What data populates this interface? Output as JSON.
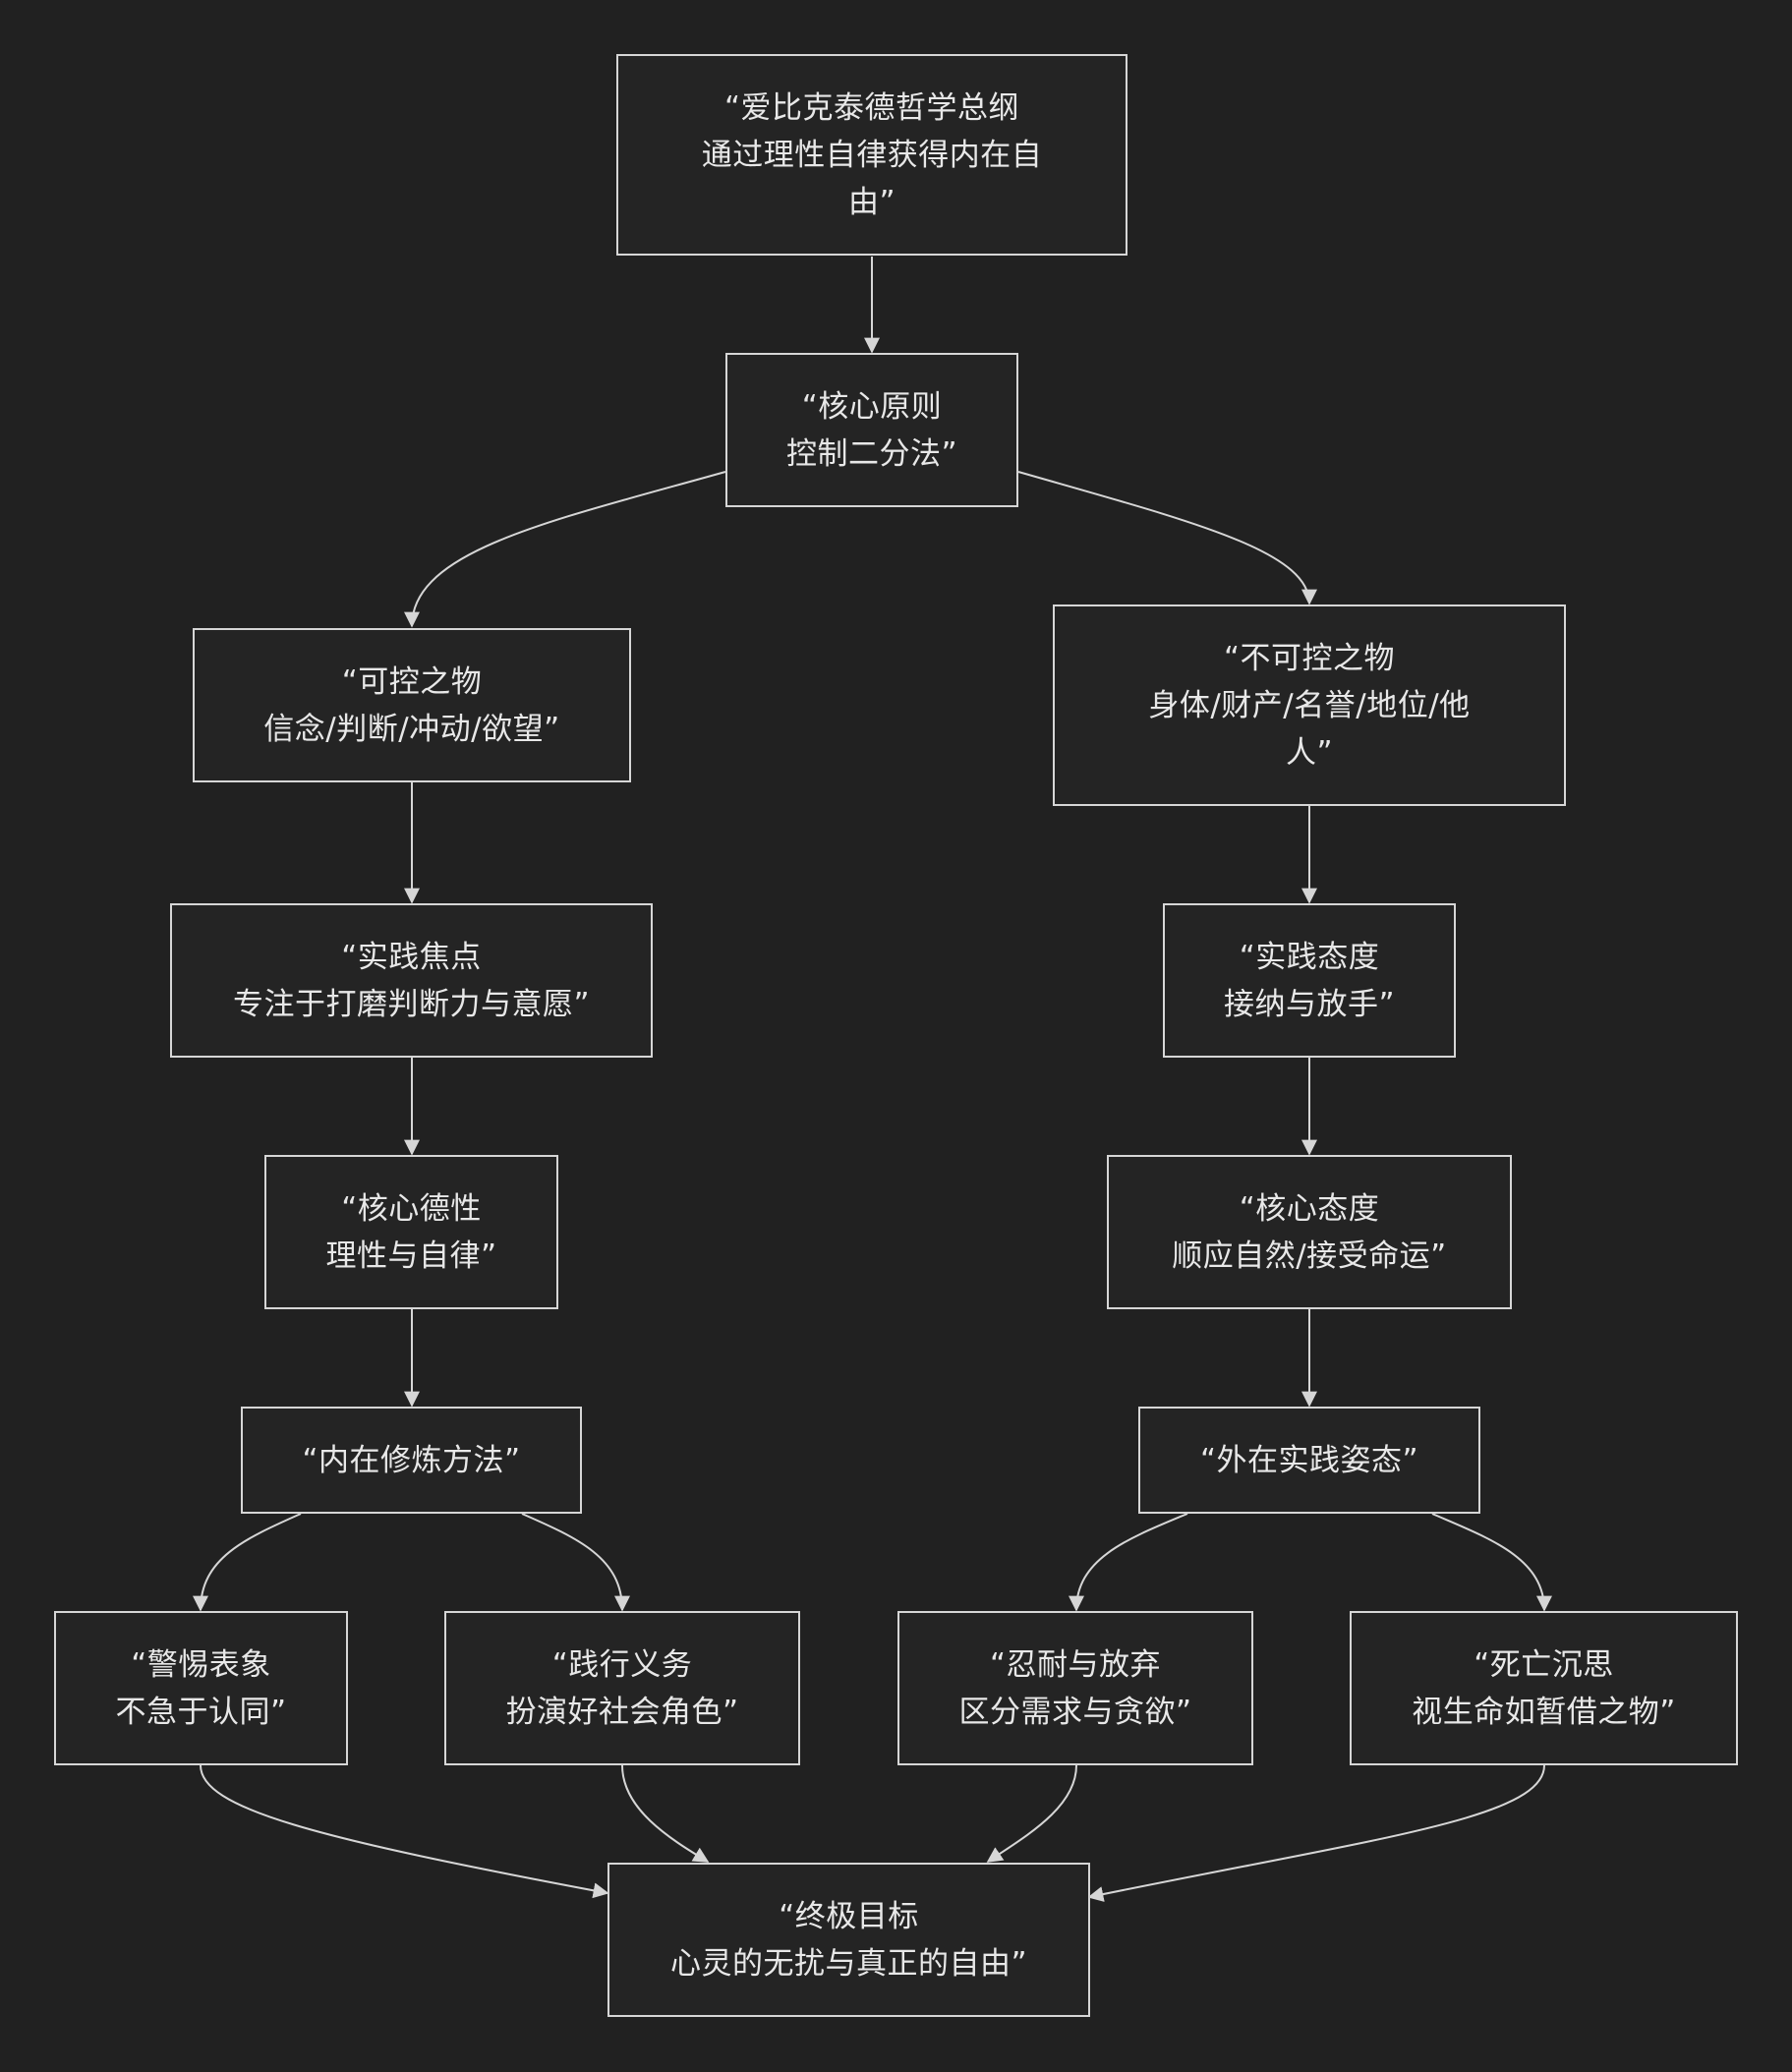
{
  "nodes": {
    "root": "“爱比克泰德哲学总纲\n通过理性自律获得内在自\n由”",
    "core": "“核心原则\n控制二分法”",
    "controllable": "“可控之物\n信念/判断/冲动/欲望”",
    "uncontrollable": "“不可控之物\n身体/财产/名誉/地位/他\n人”",
    "focus": "“实践焦点\n专注于打磨判断力与意愿”",
    "attitude": "“实践态度\n接纳与放手”",
    "virtue": "“核心德性\n理性与自律”",
    "core_attitude": "“核心态度\n顺应自然/接受命运”",
    "inner": "“内在修炼方法”",
    "outer": "“外在实践姿态”",
    "vigilance": "“警惕表象\n不急于认同”",
    "duty": "“践行义务\n扮演好社会角色”",
    "endurance": "“忍耐与放弃\n区分需求与贪欲”",
    "death": "“死亡沉思\n视生命如暂借之物”",
    "goal": "“终极目标\n心灵的无扰与真正的自由”"
  },
  "colors": {
    "background": "#212121",
    "stroke": "#d6d6d6",
    "text": "#e8e8e8"
  }
}
